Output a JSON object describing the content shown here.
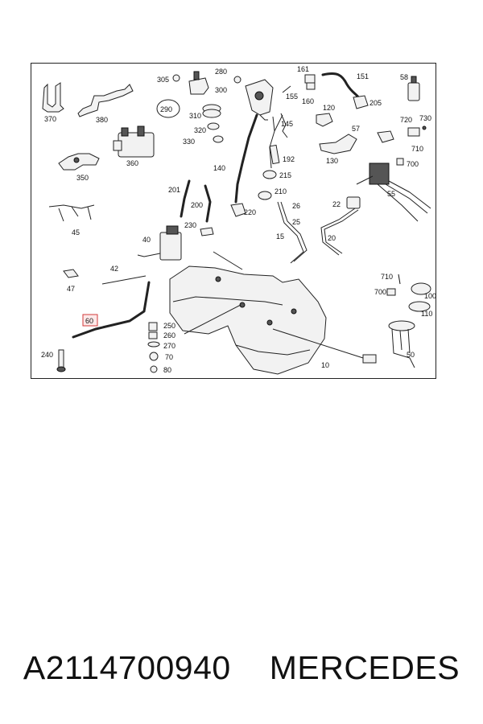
{
  "footer": {
    "part_number": "A2114700940",
    "brand": "MERCEDES"
  },
  "diagram": {
    "highlight_color": "#d23a3a",
    "labels": {
      "l305": "305",
      "l280": "280",
      "l161": "161",
      "l151": "151",
      "l58": "58",
      "l370": "370",
      "l380": "380",
      "l290": "290",
      "l300": "300",
      "l155": "155",
      "l160": "160",
      "l205": "205",
      "l120": "120",
      "l720": "720",
      "l730": "730",
      "l310": "310",
      "l145": "145",
      "l57": "57",
      "l710a": "710",
      "l320": "320",
      "l330": "330",
      "l192": "192",
      "l130": "130",
      "l700a": "700",
      "l350": "350",
      "l360": "360",
      "l215": "215",
      "l140": "140",
      "l201": "201",
      "l210": "210",
      "l26": "26",
      "l55": "55",
      "l200": "200",
      "l220": "220",
      "l22": "22",
      "l45": "45",
      "l230": "230",
      "l25": "25",
      "l15": "15",
      "l20": "20",
      "l40": "40",
      "l42": "42",
      "l47": "47",
      "l710b": "710",
      "l700b": "700",
      "l100": "100",
      "l110": "110",
      "l60": "60",
      "l250": "250",
      "l260": "260",
      "l270": "270",
      "l70": "70",
      "l80": "80",
      "l240": "240",
      "l10": "10",
      "l50": "50"
    }
  }
}
